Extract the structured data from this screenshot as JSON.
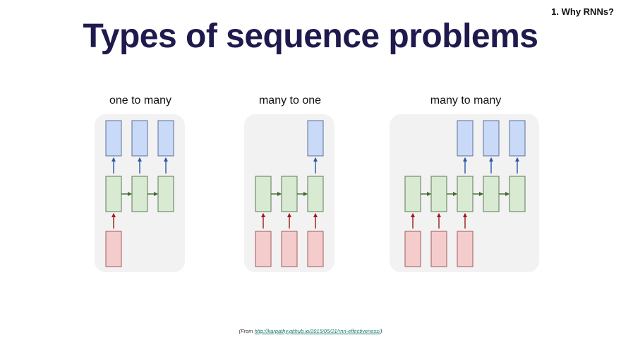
{
  "header": {
    "section": "1. Why RNNs?",
    "title": "Types of sequence problems"
  },
  "diagrams": [
    {
      "label": "one to many",
      "inputs": [
        1,
        0,
        0
      ],
      "outputs": [
        1,
        1,
        1
      ]
    },
    {
      "label": "many to one",
      "inputs": [
        1,
        1,
        1
      ],
      "outputs": [
        0,
        0,
        1
      ]
    },
    {
      "label": "many to many",
      "inputs": [
        1,
        1,
        1,
        0,
        0
      ],
      "outputs": [
        0,
        0,
        1,
        1,
        1
      ]
    }
  ],
  "colors": {
    "input_fill": "#f4cccc",
    "input_stroke": "#a05a5a",
    "hidden_fill": "#d9ead3",
    "hidden_stroke": "#5b7a55",
    "output_fill": "#c9daf8",
    "output_stroke": "#5a6f99",
    "input_arrow": "#a01818",
    "hidden_arrow": "#3f6b30",
    "output_arrow": "#2b55a8"
  },
  "footer": {
    "prefix": "(From ",
    "link": "http://karpathy.github.io/2015/05/21/rnn-effectiveness/",
    "suffix": ")"
  }
}
